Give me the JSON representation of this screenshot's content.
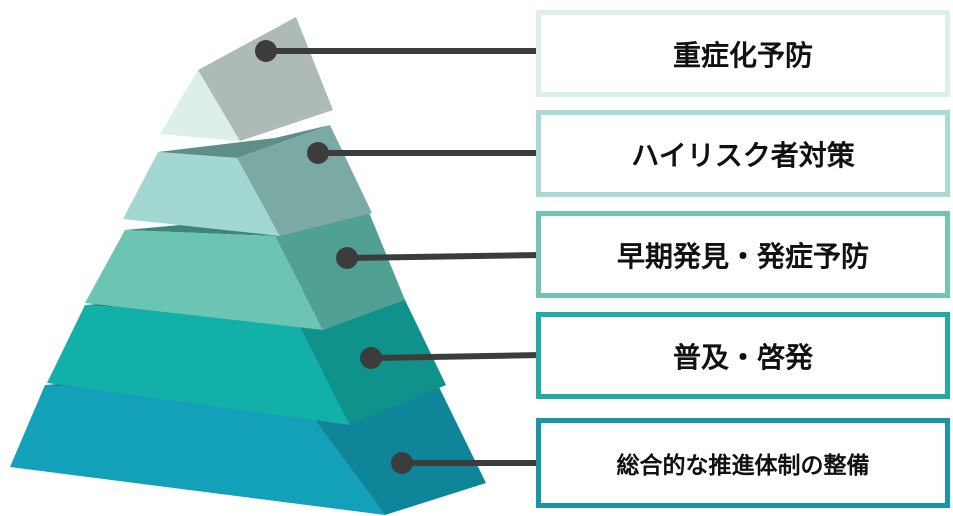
{
  "levels": [
    {
      "label": "重症化予防",
      "front": "#dcefe8",
      "side": "#aebab6",
      "top": "#7f9d94"
    },
    {
      "label": "ハイリスク者対策",
      "front": "#a2d8d1",
      "side": "#7ba9a3",
      "top": "#5d8e87"
    },
    {
      "label": "早期発見・発症予防",
      "front": "#6cc4b3",
      "side": "#50a094",
      "top": "#3f867a"
    },
    {
      "label": "普及・啓発",
      "front": "#12b0a9",
      "side": "#0f918c",
      "top": "#0c7a76"
    },
    {
      "label": "総合的な推進体制の整備",
      "front": "#13a0b9",
      "side": "#0f8599",
      "top": "#0d7083"
    }
  ],
  "connector_color": "#3c3c3c"
}
